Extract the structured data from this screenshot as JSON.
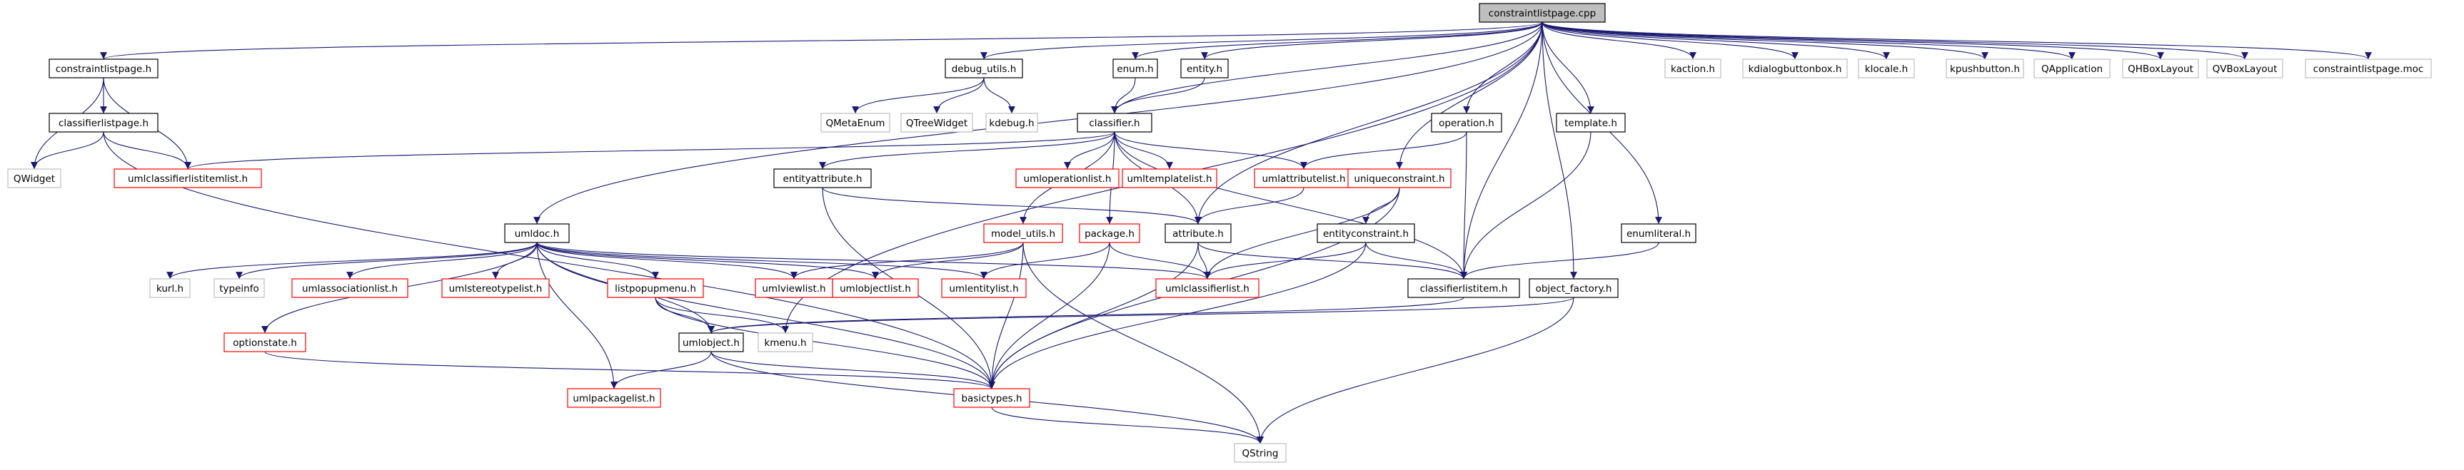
{
  "colors": {
    "edge": "#191970",
    "black_border": "#000000",
    "red_border": "#ff0000",
    "gray_border": "#bfbfbf",
    "root_fill": "#bfbfbf",
    "node_fill": "#ffffff"
  },
  "nodes": [
    {
      "id": "root",
      "label": "constraintlistpage.cpp",
      "style": "root"
    },
    {
      "id": "constraintlistpage_h",
      "label": "constraintlistpage.h",
      "style": "black"
    },
    {
      "id": "debug_utils_h",
      "label": "debug_utils.h",
      "style": "black"
    },
    {
      "id": "enum_h",
      "label": "enum.h",
      "style": "black"
    },
    {
      "id": "entity_h",
      "label": "entity.h",
      "style": "black"
    },
    {
      "id": "kaction_h",
      "label": "kaction.h",
      "style": "gray"
    },
    {
      "id": "kdialogbuttonbox_h",
      "label": "kdialogbuttonbox.h",
      "style": "gray"
    },
    {
      "id": "klocale_h",
      "label": "klocale.h",
      "style": "gray"
    },
    {
      "id": "kpushbutton_h",
      "label": "kpushbutton.h",
      "style": "gray"
    },
    {
      "id": "QApplication",
      "label": "QApplication",
      "style": "gray"
    },
    {
      "id": "QHBoxLayout",
      "label": "QHBoxLayout",
      "style": "gray"
    },
    {
      "id": "QVBoxLayout",
      "label": "QVBoxLayout",
      "style": "gray"
    },
    {
      "id": "constraintlistpage_moc",
      "label": "constraintlistpage.moc",
      "style": "gray"
    },
    {
      "id": "classifierlistpage_h",
      "label": "classifierlistpage.h",
      "style": "black"
    },
    {
      "id": "QMetaEnum",
      "label": "QMetaEnum",
      "style": "gray"
    },
    {
      "id": "QTreeWidget",
      "label": "QTreeWidget",
      "style": "gray"
    },
    {
      "id": "kdebug_h",
      "label": "kdebug.h",
      "style": "gray"
    },
    {
      "id": "classifier_h",
      "label": "classifier.h",
      "style": "black"
    },
    {
      "id": "operation_h",
      "label": "operation.h",
      "style": "black"
    },
    {
      "id": "template_h",
      "label": "template.h",
      "style": "black"
    },
    {
      "id": "QWidget",
      "label": "QWidget",
      "style": "gray"
    },
    {
      "id": "umlclassifierlistitemlist_h",
      "label": "umlclassifierlistitemlist.h",
      "style": "red"
    },
    {
      "id": "umloperationlist_h",
      "label": "umloperationlist.h",
      "style": "red"
    },
    {
      "id": "umltemplatelist_h",
      "label": "umltemplatelist.h",
      "style": "red"
    },
    {
      "id": "umlattributelist_h",
      "label": "umlattributelist.h",
      "style": "red"
    },
    {
      "id": "uniqueconstraint_h",
      "label": "uniqueconstraint.h",
      "style": "red"
    },
    {
      "id": "entityattribute_h",
      "label": "entityattribute.h",
      "style": "black"
    },
    {
      "id": "umldoc_h",
      "label": "umldoc.h",
      "style": "black"
    },
    {
      "id": "model_utils_h",
      "label": "model_utils.h",
      "style": "red"
    },
    {
      "id": "package_h",
      "label": "package.h",
      "style": "red"
    },
    {
      "id": "attribute_h",
      "label": "attribute.h",
      "style": "black"
    },
    {
      "id": "entityconstraint_h",
      "label": "entityconstraint.h",
      "style": "black"
    },
    {
      "id": "enumliteral_h",
      "label": "enumliteral.h",
      "style": "black"
    },
    {
      "id": "kurl_h",
      "label": "kurl.h",
      "style": "gray"
    },
    {
      "id": "typeinfo",
      "label": "typeinfo",
      "style": "gray"
    },
    {
      "id": "umlassociationlist_h",
      "label": "umlassociationlist.h",
      "style": "red"
    },
    {
      "id": "umlstereotypelist_h",
      "label": "umlstereotypelist.h",
      "style": "red"
    },
    {
      "id": "listpopupmenu_h",
      "label": "listpopupmenu.h",
      "style": "red"
    },
    {
      "id": "umlviewlist_h",
      "label": "umlviewlist.h",
      "style": "red"
    },
    {
      "id": "umlobjectlist_h",
      "label": "umlobjectlist.h",
      "style": "red"
    },
    {
      "id": "umlentitylist_h",
      "label": "umlentitylist.h",
      "style": "red"
    },
    {
      "id": "umlclassifierlist_h",
      "label": "umlclassifierlist.h",
      "style": "red"
    },
    {
      "id": "classifierlistitem_h",
      "label": "classifierlistitem.h",
      "style": "black"
    },
    {
      "id": "object_factory_h",
      "label": "object_factory.h",
      "style": "black"
    },
    {
      "id": "optionstate_h",
      "label": "optionstate.h",
      "style": "red"
    },
    {
      "id": "umlobject_h",
      "label": "umlobject.h",
      "style": "black"
    },
    {
      "id": "kmenu_h",
      "label": "kmenu.h",
      "style": "gray"
    },
    {
      "id": "umlpackagelist_h",
      "label": "umlpackagelist.h",
      "style": "red"
    },
    {
      "id": "basictypes_h",
      "label": "basictypes.h",
      "style": "red"
    },
    {
      "id": "QString",
      "label": "QString",
      "style": "gray"
    }
  ],
  "edges": [
    [
      "root",
      "constraintlistpage_h"
    ],
    [
      "root",
      "debug_utils_h"
    ],
    [
      "root",
      "enum_h"
    ],
    [
      "root",
      "entity_h"
    ],
    [
      "root",
      "kaction_h"
    ],
    [
      "root",
      "kdialogbuttonbox_h"
    ],
    [
      "root",
      "klocale_h"
    ],
    [
      "root",
      "kpushbutton_h"
    ],
    [
      "root",
      "QApplication"
    ],
    [
      "root",
      "QHBoxLayout"
    ],
    [
      "root",
      "QVBoxLayout"
    ],
    [
      "root",
      "constraintlistpage_moc"
    ],
    [
      "root",
      "classifier_h"
    ],
    [
      "root",
      "operation_h"
    ],
    [
      "root",
      "template_h"
    ],
    [
      "root",
      "uniqueconstraint_h"
    ],
    [
      "root",
      "umldoc_h"
    ],
    [
      "root",
      "attribute_h"
    ],
    [
      "root",
      "enumliteral_h"
    ],
    [
      "root",
      "object_factory_h"
    ],
    [
      "root",
      "classifierlistitem_h"
    ],
    [
      "root",
      "kmenu_h"
    ],
    [
      "constraintlistpage_h",
      "classifierlistpage_h"
    ],
    [
      "constraintlistpage_h",
      "QWidget"
    ],
    [
      "constraintlistpage_h",
      "umlclassifierlistitemlist_h"
    ],
    [
      "classifierlistpage_h",
      "QWidget"
    ],
    [
      "classifierlistpage_h",
      "umlclassifierlistitemlist_h"
    ],
    [
      "classifierlistpage_h",
      "basictypes_h"
    ],
    [
      "debug_utils_h",
      "QMetaEnum"
    ],
    [
      "debug_utils_h",
      "QTreeWidget"
    ],
    [
      "debug_utils_h",
      "kdebug_h"
    ],
    [
      "enum_h",
      "classifier_h"
    ],
    [
      "entity_h",
      "classifier_h"
    ],
    [
      "classifier_h",
      "umlclassifierlistitemlist_h"
    ],
    [
      "classifier_h",
      "umloperationlist_h"
    ],
    [
      "classifier_h",
      "umltemplatelist_h"
    ],
    [
      "classifier_h",
      "umlattributelist_h"
    ],
    [
      "classifier_h",
      "entityattribute_h"
    ],
    [
      "classifier_h",
      "model_utils_h"
    ],
    [
      "classifier_h",
      "package_h"
    ],
    [
      "classifier_h",
      "attribute_h"
    ],
    [
      "classifier_h",
      "classifierlistitem_h"
    ],
    [
      "operation_h",
      "umlattributelist_h"
    ],
    [
      "operation_h",
      "classifierlistitem_h"
    ],
    [
      "template_h",
      "classifierlistitem_h"
    ],
    [
      "umlattributelist_h",
      "attribute_h"
    ],
    [
      "uniqueconstraint_h",
      "entityconstraint_h"
    ],
    [
      "uniqueconstraint_h",
      "umlclassifierlist_h"
    ],
    [
      "uniqueconstraint_h",
      "basictypes_h"
    ],
    [
      "entityattribute_h",
      "attribute_h"
    ],
    [
      "entityattribute_h",
      "basictypes_h"
    ],
    [
      "umldoc_h",
      "kurl_h"
    ],
    [
      "umldoc_h",
      "typeinfo"
    ],
    [
      "umldoc_h",
      "umlassociationlist_h"
    ],
    [
      "umldoc_h",
      "umlstereotypelist_h"
    ],
    [
      "umldoc_h",
      "listpopupmenu_h"
    ],
    [
      "umldoc_h",
      "umlviewlist_h"
    ],
    [
      "umldoc_h",
      "umlobjectlist_h"
    ],
    [
      "umldoc_h",
      "umlentitylist_h"
    ],
    [
      "umldoc_h",
      "umlclassifierlist_h"
    ],
    [
      "umldoc_h",
      "optionstate_h"
    ],
    [
      "umldoc_h",
      "umlobject_h"
    ],
    [
      "umldoc_h",
      "umlpackagelist_h"
    ],
    [
      "umldoc_h",
      "basictypes_h"
    ],
    [
      "model_utils_h",
      "umlviewlist_h"
    ],
    [
      "model_utils_h",
      "umlobjectlist_h"
    ],
    [
      "model_utils_h",
      "basictypes_h"
    ],
    [
      "model_utils_h",
      "QString"
    ],
    [
      "package_h",
      "umlentitylist_h"
    ],
    [
      "package_h",
      "umlclassifierlist_h"
    ],
    [
      "package_h",
      "basictypes_h"
    ],
    [
      "attribute_h",
      "umlclassifierlist_h"
    ],
    [
      "attribute_h",
      "classifierlistitem_h"
    ],
    [
      "attribute_h",
      "basictypes_h"
    ],
    [
      "entityconstraint_h",
      "umlclassifierlist_h"
    ],
    [
      "entityconstraint_h",
      "classifierlistitem_h"
    ],
    [
      "entityconstraint_h",
      "basictypes_h"
    ],
    [
      "enumliteral_h",
      "classifierlistitem_h"
    ],
    [
      "classifierlistitem_h",
      "umlobject_h"
    ],
    [
      "object_factory_h",
      "umlobject_h"
    ],
    [
      "object_factory_h",
      "QString"
    ],
    [
      "listpopupmenu_h",
      "umlobject_h"
    ],
    [
      "listpopupmenu_h",
      "kmenu_h"
    ],
    [
      "listpopupmenu_h",
      "basictypes_h"
    ],
    [
      "optionstate_h",
      "basictypes_h"
    ],
    [
      "umlobject_h",
      "umlpackagelist_h"
    ],
    [
      "umlobject_h",
      "basictypes_h"
    ],
    [
      "umlobject_h",
      "QString"
    ],
    [
      "basictypes_h",
      "QString"
    ]
  ]
}
